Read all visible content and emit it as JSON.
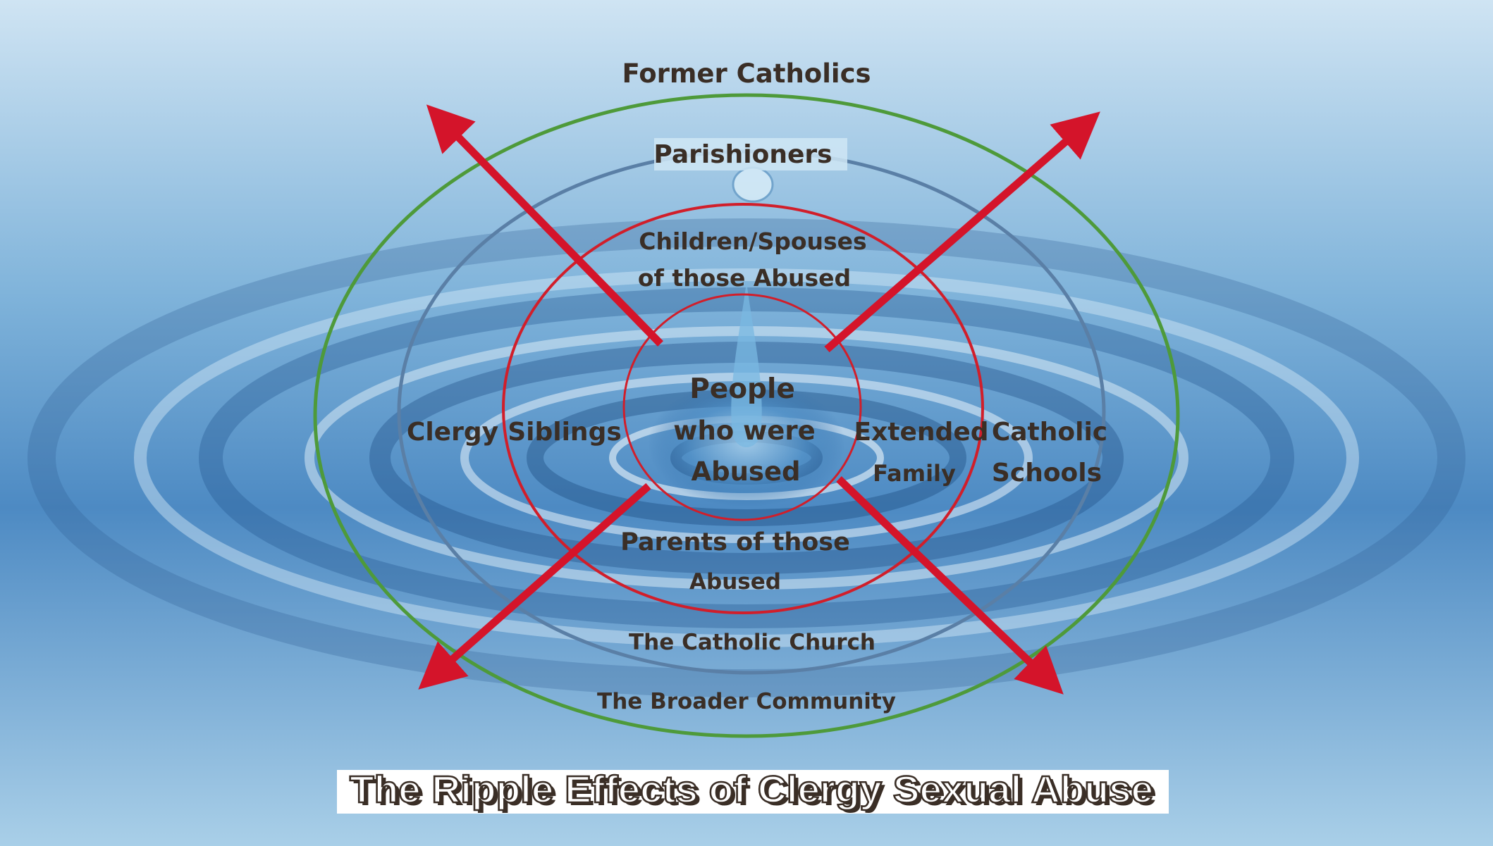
{
  "diagram": {
    "title": "The Ripple Effects of Clergy Sexual Abuse",
    "rings": [
      {
        "name": "Former Catholics",
        "color": "#4e9a3a"
      },
      {
        "name": "Parishioners",
        "color": "#5a7fa6"
      },
      {
        "name": "Children/Spouses of those Abused",
        "color": "#d11e2a"
      },
      {
        "name": "People who were Abused",
        "color": "#d11e2a"
      }
    ],
    "labels": {
      "former_catholics": "Former Catholics",
      "parishioners": "Parishioners",
      "children_spouses_line1": "Children/Spouses",
      "children_spouses_line2": "of those Abused",
      "people_line1": "People",
      "people_line2": "who were",
      "people_line3": "Abused",
      "clergy": "Clergy",
      "siblings": "Siblings",
      "extended": "Extended",
      "family": "Family",
      "catholic": "Catholic",
      "schools": "Schools",
      "parents_line1": "Parents of those",
      "parents_line2": "Abused",
      "catholic_church": "The Catholic Church",
      "broader_community": "The Broader Community"
    },
    "arrow_color": "#d4142a",
    "water_color": "#5a9cd0"
  }
}
